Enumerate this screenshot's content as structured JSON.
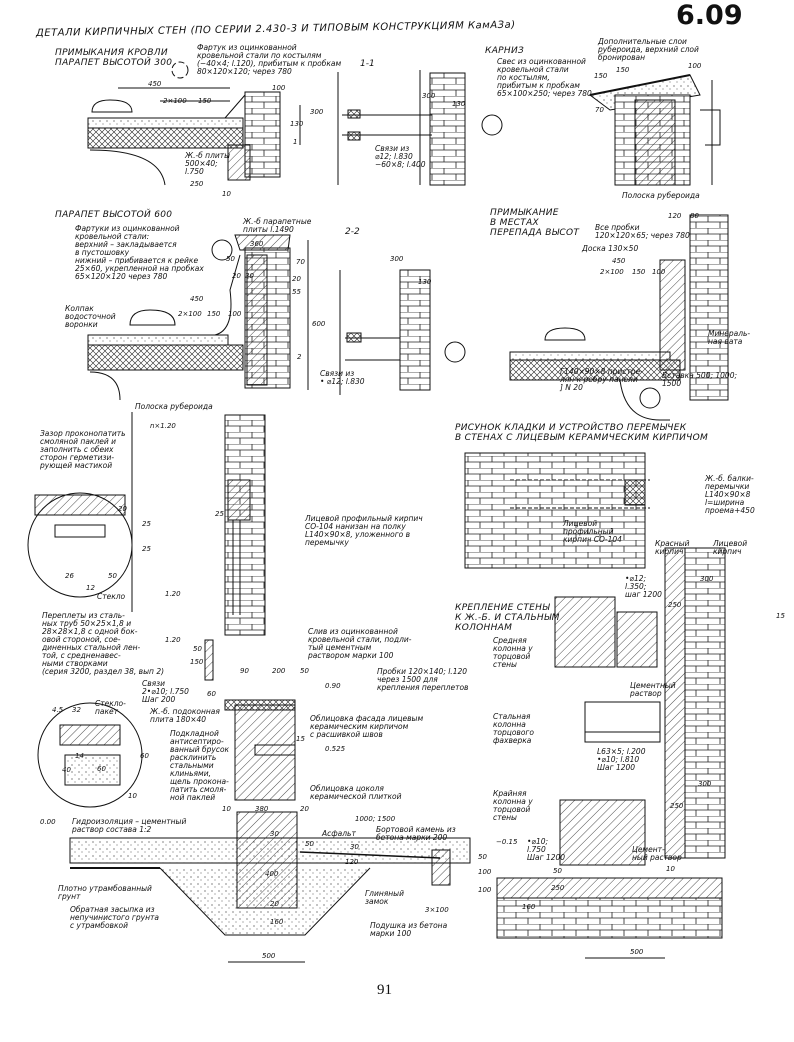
{
  "page_code": "6.09",
  "page_number": "91",
  "title": "ДЕТАЛИ КИРПИЧНЫХ СТЕН (ПО СЕРИИ 2.430-3 И ТИПОВЫМ КОНСТРУКЦИЯМ КамАЗа)",
  "sections": {
    "parapet300": {
      "heading": "ПРИМЫКАНИЯ КРОВЛИ\nПАРАПЕТ ВЫСОТОЙ 300",
      "apron_note": "Фартук из оцинкованной\nкровельной стали по костылям\n(−40×4; l.120), прибитым к пробкам\n80×120×120; через 780",
      "slab_note": "Ж.-б плиты\n500×40;\nl.750",
      "dims": [
        "450",
        "2×100",
        "150",
        "100",
        "300",
        "130",
        "1",
        "250",
        "10"
      ]
    },
    "section11": {
      "label": "1-1",
      "ties_note": "Связи из\n⌀12; l.830\n−60×8; l.400",
      "dims": [
        "300",
        "130"
      ]
    },
    "cornice": {
      "heading": "КАРНИЗ",
      "note": "Свес из оцинкованной\nкровельной стали\nпо костылям,\nприбитым к пробкам\n65×100×250; через 780",
      "extra_layers": "Дополнительные слои\nрубероида, верхний слой\nбронирован",
      "strip": "Полоска рубероида",
      "dims": [
        "150",
        "150",
        "100",
        "70"
      ]
    },
    "parapet600": {
      "heading": "ПАРАПЕТ ВЫСОТОЙ 600",
      "apron_note": "Фартуки из оцинкованной\nкровельной стали:\nверхний – закладывается\nв пустошовку\nнижний – прибивается к рейке\n25×60, укрепленной на пробках\n65×120×120 через 780",
      "plates_note": "Ж.-б парапетные\nплиты l.1490",
      "funnel_note": "Колпак\nводосточной\nворонки",
      "strip": "Полоска рубероида",
      "dims": [
        "360",
        "50",
        "70",
        "20",
        "30",
        "20",
        "55",
        "600",
        "450",
        "2×100",
        "150",
        "100",
        "2"
      ]
    },
    "section22": {
      "label": "2-2",
      "ties_note": "Связи из\n• ⌀12; l.830",
      "dims": [
        "300",
        "130"
      ]
    },
    "height_step": {
      "heading": "ПРИМЫКАНИЕ\nВ МЕСТАХ\nПЕРЕПАДА ВЫСОТ",
      "plugs_note": "Все пробки\n120×120×65; через 780",
      "board_note": "Доска 130×50",
      "wool_note": "Минераль-\nная вата",
      "angle_note": "Г140×90×8 пристре-\nлян к ребру панели\n] N 20",
      "insert_note": "Вставка 500; 1000;\n1500",
      "dims": [
        "120",
        "80",
        "450",
        "2×100",
        "150",
        "100"
      ]
    },
    "window": {
      "gap_note": "Зазор проконопатить\nсмоляной паклей и\nзаполнить с обеих\nсторон герметизи-\nрующей мастикой",
      "brick_note": "Лицевой профильный кирпич\nСО-104 нанизан на полку\nL140×90×8, уложенного в\nперемычку",
      "glass": "Стекло",
      "frames_note": "Переплеты из сталь-\nных труб 50×25×1,8 и\n28×28×1,8 с одной бок-\nовой стороной, сое-\nдиненных стальной лен-\nтой, с средненавес-\nными створками\n(серия 3200, раздел 38, вып 2)",
      "ties_note": "Связи\n2•⌀10; l.750\nШаг 200",
      "glass_unit": "Стекло-\nпакет",
      "sill_note": "Ж.-б. подоконная\nплита 180×40",
      "block_note": "Подкладной\nантисептиро-\nванный брусок\nрасклинить\nстальными\nклиньями,\nщель прокона-\nпатить смоля-\nной паклей",
      "drip_note": "Слив из оцинкованной\nкровельной стали, подли-\nтый цементным\nраствором марки 100",
      "plugs_note": "Пробки 120×140; l.120\nчерез 1500 для\nкрепления переплетов",
      "facing_note": "Облицовка фасада лицевым\nкерамическим кирпичом\nс расшивкой швов",
      "plinth_note": "Облицовка цоколя\nкерамической плиткой",
      "levels": [
        "n×1.20",
        "1.20",
        "1.20",
        "0.90",
        "0.525"
      ],
      "dims": [
        "20",
        "25",
        "25",
        "25",
        "26",
        "50",
        "12",
        "50",
        "150",
        "90",
        "200",
        "50",
        "60",
        "4.5",
        "32",
        "14",
        "60",
        "40",
        "60",
        "10",
        "15"
      ]
    },
    "masonry": {
      "heading": "РИСУНОК КЛАДКИ И УСТРОЙСТВО ПЕРЕМЫЧЕК\nВ СТЕНАХ С ЛИЦЕВЫМ КЕРАМИЧЕСКИМ КИРПИЧОМ",
      "beam_note": "Ж.-б. балки-\nперемычки\nL140×90×8\nl=ширина\nпроема+450",
      "brick_note": "Лицевой\nпрофильный\nкирпич СО-104"
    },
    "columns": {
      "heading": "КРЕПЛЕНИЕ СТЕНЫ\nК Ж.-Б. И СТАЛЬНЫМ\nКОЛОННАМ",
      "red_brick": "Красный\nкирпич",
      "face_brick": "Лицевой\nкирпич",
      "ties_top": "•⌀12;\nl.350;\nшаг 1200",
      "middle_col": "Средняя\nколонна у\nторцовой\nстены",
      "mortar": "Цементный\nраствор",
      "steel_col": "Стальная\nколонна\nторцового\nфахверка",
      "angle_note": "L63×5; l.200\n•⌀10; l.810\nШаг 1200",
      "end_col": "Крайняя\nколонна у\nторцовой\nстены",
      "ties_bottom": "•⌀10;\nl.750\nШаг 1200",
      "mortar2": "Цемент-\nный раствор",
      "level": "−0.15",
      "dims": [
        "300",
        "250",
        "15",
        "300",
        "250",
        "500",
        "160",
        "10",
        "50",
        "250"
      ]
    },
    "foundation": {
      "level": "0.00",
      "waterproof_note": "Гидроизоляция – цементный\nраствор состава 1:2",
      "asphalt": "Асфальт",
      "curb_note": "Бортовой камень из\nбетона марки 200",
      "soil_note": "Плотно утрамбованный\nгрунт",
      "backfill_note": "Обратная засыпка из\nнепучинистого грунта\nс утрамбовкой",
      "clay_note": "Глиняный\nзамок",
      "cushion_note": "Подушка из бетона\nмарки 100",
      "dims": [
        "10",
        "380",
        "20",
        "1000; 1500",
        "30",
        "50",
        "30",
        "120",
        "400",
        "20",
        "160",
        "50",
        "100",
        "100",
        "3×100",
        "500"
      ]
    }
  }
}
